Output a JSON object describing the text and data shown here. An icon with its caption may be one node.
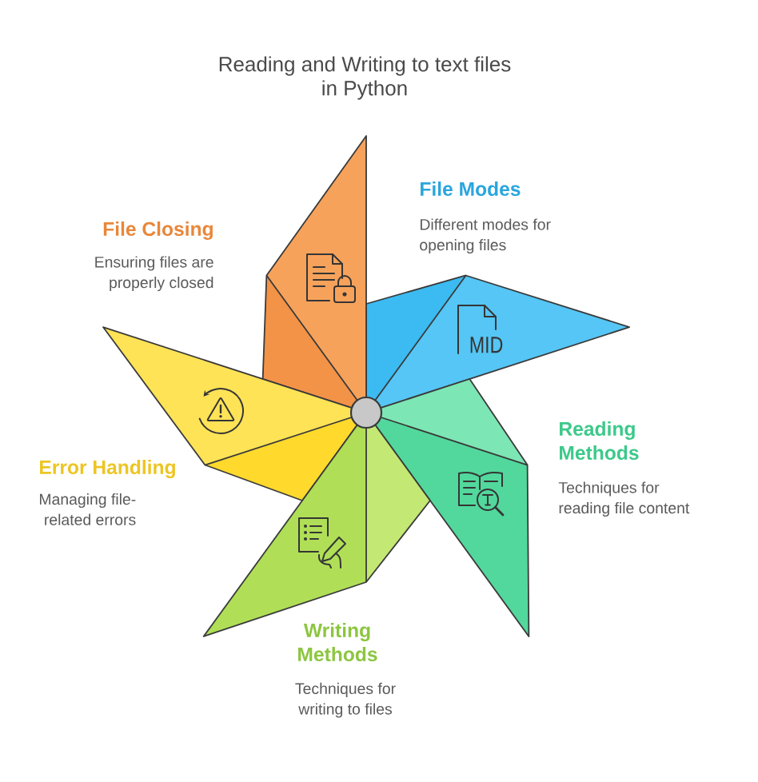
{
  "diagram": {
    "title": "Reading and Writing to text files in Python",
    "nodes": [
      {
        "text": [
          "File Modes",
          "Different modes for opening files"
        ]
      },
      {
        "text": [
          "File Closing",
          "Ensuring files are properly closed"
        ]
      },
      {
        "text": [
          "Reading Methods",
          "Techniques for reading file content"
        ]
      },
      {
        "text": [
          "Error Handling",
          "Managing file-related errors"
        ]
      },
      {
        "text": [
          "Writing Methods",
          "Techniques for writing to files"
        ]
      }
    ],
    "labels": [
      "MID"
    ]
  }
}
